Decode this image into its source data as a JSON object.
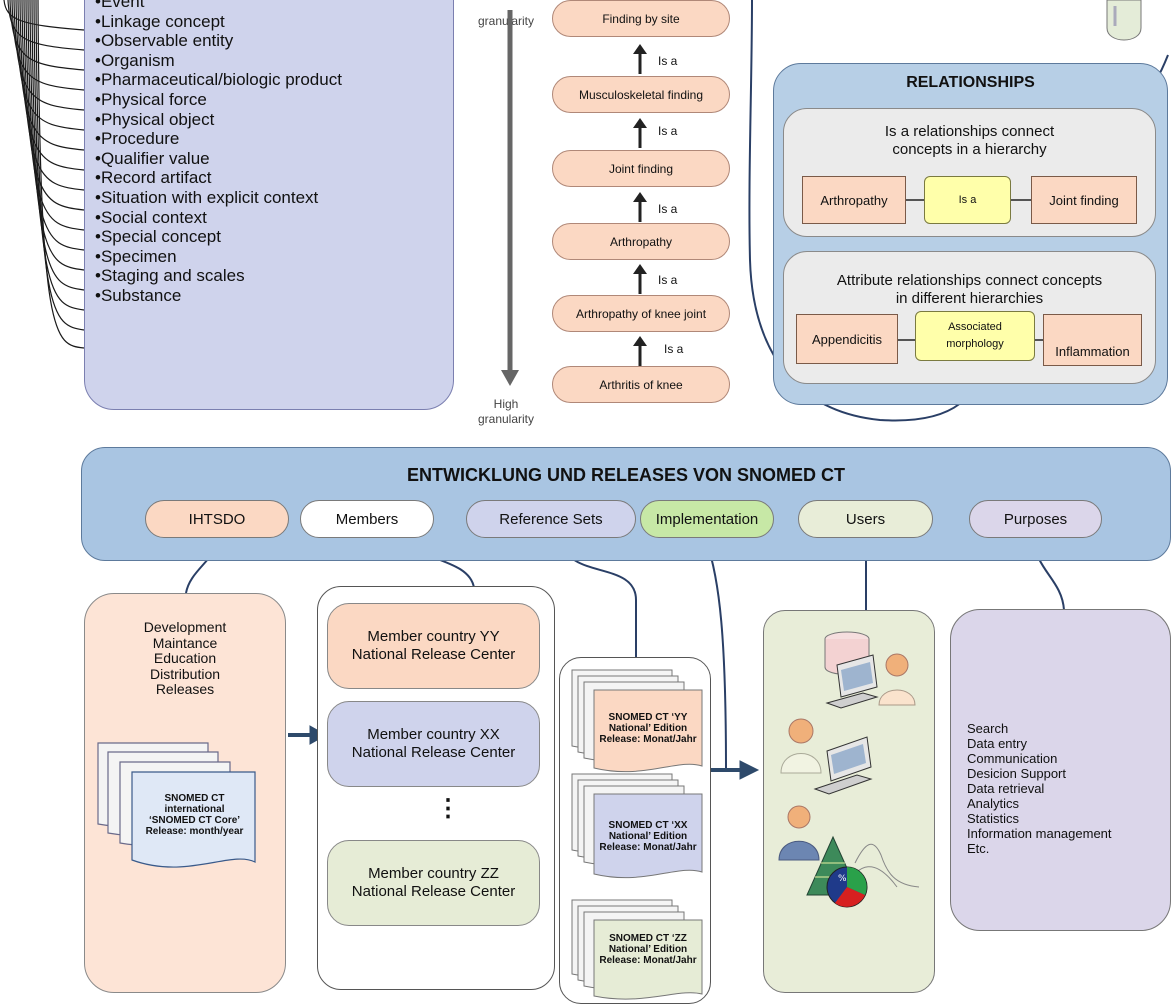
{
  "hierarchy_list": [
    "Event",
    "Linkage concept",
    "Observable entity",
    "Organism",
    "Pharmaceutical/biologic product",
    "Physical force",
    "Physical object",
    "Procedure",
    "Qualifier value",
    "Record artifact",
    "Situation with explicit context",
    "Social context",
    "Special concept",
    "Specimen",
    "Staging and scales",
    "Substance"
  ],
  "granularity": {
    "top_label": "granularity",
    "bottom_label_1": "High",
    "bottom_label_2": "granularity"
  },
  "chain": {
    "boxes": [
      "Finding by site",
      "Musculoskeletal finding",
      "Joint finding",
      "Arthropathy",
      "Arthropathy of knee joint",
      "Arthritis of knee"
    ],
    "isa_label": "Is a"
  },
  "relationships": {
    "title": "RELATIONSHIPS",
    "isa_text_1": "Is a  relationships connect",
    "isa_text_2": "concepts in a hierarchy",
    "isa_left": "Arthropathy",
    "isa_mid": "Is a",
    "isa_right": "Joint finding",
    "attr_text_1": "Attribute relationships connect concepts",
    "attr_text_2": "in different hierarchies",
    "attr_left": "Appendicitis",
    "attr_mid_1": "Associated",
    "attr_mid_2": "morphology",
    "attr_right": "Inflammation"
  },
  "banner": {
    "title": "ENTWICKLUNG UND RELEASES VON SNOMED CT",
    "pills": [
      "IHTSDO",
      "Members",
      "Reference Sets",
      "Implementation",
      "Users",
      "Purposes"
    ]
  },
  "development": {
    "lines": [
      "Development",
      "Maintance",
      "Education",
      "Distribution",
      "Releases"
    ],
    "doc": [
      "SNOMED CT",
      "international",
      "‘SNOMED CT Core’",
      "Release: month/year"
    ]
  },
  "members": {
    "yy": [
      "Member country YY",
      "National Release Center"
    ],
    "xx": [
      "Member country XX",
      "National Release Center"
    ],
    "ellipsis": "⋮",
    "zz": [
      "Member country ZZ",
      "National Release Center"
    ]
  },
  "editions": {
    "yy": [
      "SNOMED CT ‘YY",
      "National’ Edition",
      "Release: Monat/Jahr"
    ],
    "xx": [
      "SNOMED CT ‘XX",
      "National’ Edition",
      "Release: Monat/Jahr"
    ],
    "zz": [
      "SNOMED CT ‘ZZ",
      "National’ Edition",
      "Release: Monat/Jahr"
    ]
  },
  "purposes": [
    "Search",
    "Data entry",
    "Communication",
    "Desicion Support",
    "Data retrieval",
    "Analytics",
    "Statistics",
    "Information management",
    "Etc."
  ],
  "colors": {
    "salmon": "#fbd8c3",
    "lavender": "#cfd3ec",
    "blue": "#a9c5e2",
    "green": "#d6ecb8",
    "olive": "#e8edd8",
    "purple": "#dbd6ea",
    "arrow": "#2e4a6b"
  }
}
